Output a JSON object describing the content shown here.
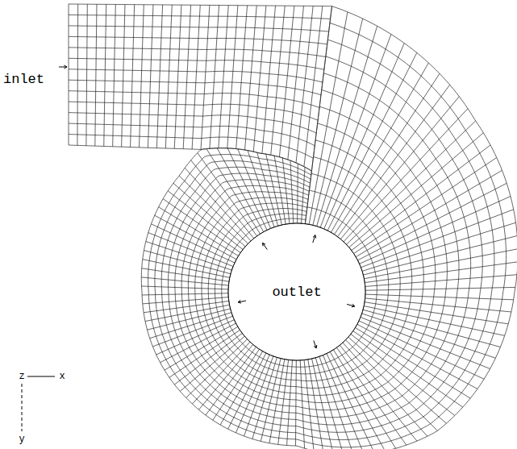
{
  "diagram": {
    "labels": [
      "inlet",
      "outlet",
      "z",
      "x",
      "y"
    ]
  }
}
